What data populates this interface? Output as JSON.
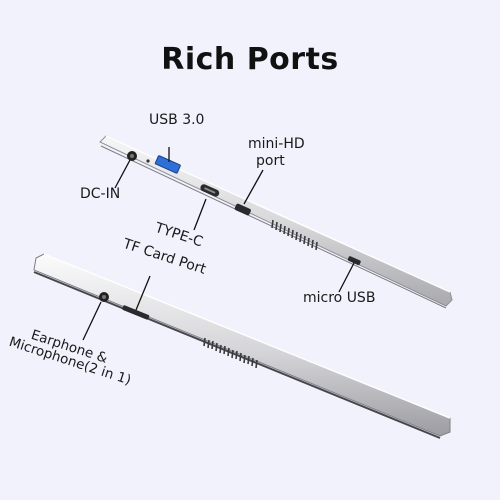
{
  "title": "Rich Ports",
  "labels": {
    "usb3": "USB 3.0",
    "mini_hd_line1": "mini-HD",
    "mini_hd_line2": "port",
    "dc_in": "DC-IN",
    "type_c": "TYPE-C",
    "tf_card": "TF Card Port",
    "micro_usb": "micro USB",
    "earphone_line1": "Earphone &",
    "earphone_line2": "Microphone(2 in 1)"
  },
  "colors": {
    "background": "#f1f2fc",
    "usb_port": "#2f6fd8",
    "chassis": "#d7d7da"
  }
}
